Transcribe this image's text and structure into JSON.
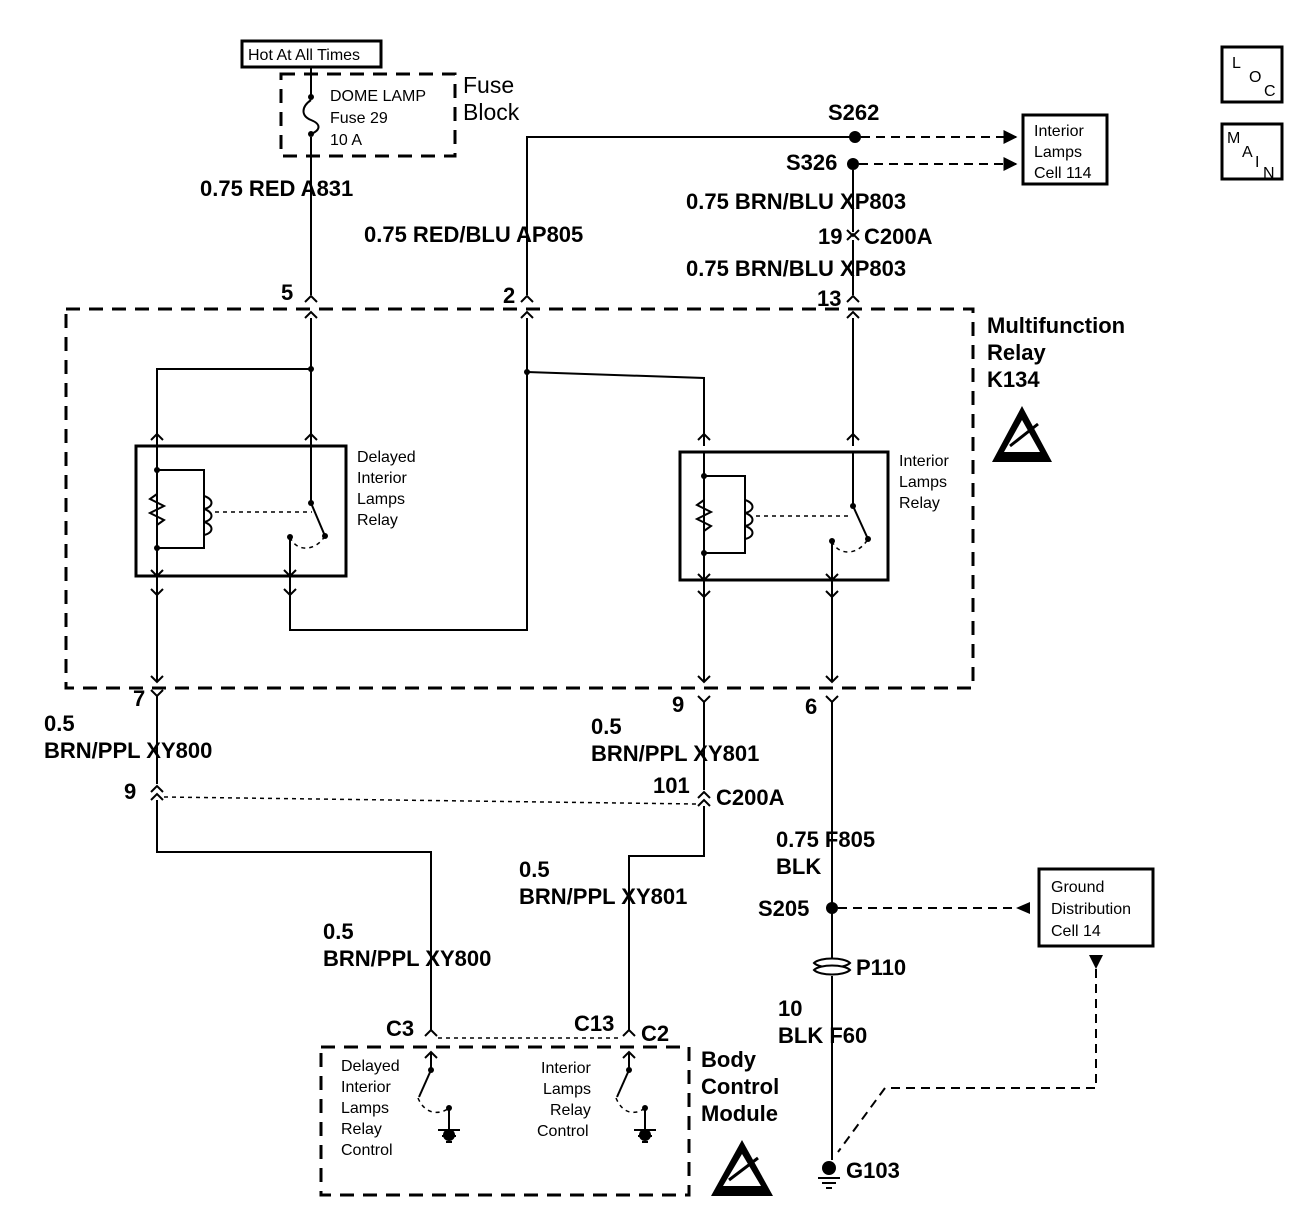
{
  "labels": {
    "hot_at_all_times": "Hot At All Times",
    "fuse_name_1": "DOME LAMP",
    "fuse_name_2": "Fuse 29",
    "fuse_rating": "10 A",
    "fuse_block_1": "Fuse",
    "fuse_block_2": "Block",
    "wire_a831": "0.75 RED   A831",
    "wire_ap805": "0.75 RED/BLU   AP805",
    "splice_s262": "S262",
    "splice_s326": "S326",
    "interior_lamps_ref_1": "Interior",
    "interior_lamps_ref_2": "Lamps",
    "interior_lamps_ref_3": "Cell 114",
    "wire_xp803_top": "0.75 BRN/BLU   XP803",
    "conn_19": "19",
    "conn_c200a_top": "C200A",
    "wire_xp803_bottom": "0.75 BRN/BLU   XP803",
    "pin_5": "5",
    "pin_2": "2",
    "pin_13": "13",
    "relay_module_1": "Multifunction",
    "relay_module_2": "Relay",
    "relay_module_3": "K134",
    "delayed_relay_1": "Delayed",
    "delayed_relay_2": "Interior",
    "delayed_relay_3": "Lamps",
    "delayed_relay_4": "Relay",
    "int_relay_1": "Interior",
    "int_relay_2": "Lamps",
    "int_relay_3": "Relay",
    "pin_7": "7",
    "pin_9": "9",
    "pin_6": "6",
    "wire_xy800_gauge": "0.5",
    "wire_xy800_name": "BRN/PPL   XY800",
    "wire_xy801_gauge": "0.5",
    "wire_xy801_name": "BRN/PPL   XY801",
    "conn_9": "9",
    "conn_101": "101",
    "conn_c200a_bottom": "C200A",
    "wire_f805_1": "0.75   F805",
    "wire_f805_2": "BLK",
    "splice_s205": "S205",
    "ground_ref_1": "Ground",
    "ground_ref_2": "Distribution",
    "ground_ref_3": "Cell 14",
    "conn_p110": "P110",
    "wire_f60_1": "10",
    "wire_f60_2": "BLK   F60",
    "ground_g103": "G103",
    "wire_xy801_b_gauge": "0.5",
    "wire_xy801_b_name": "BRN/PPL   XY801",
    "wire_xy800_b_gauge": "0.5",
    "wire_xy800_b_name": "BRN/PPL   XY800",
    "conn_c3": "C3",
    "conn_c13": "C13",
    "conn_c2": "C2",
    "bcm_1": "Body",
    "bcm_2": "Control",
    "bcm_3": "Module",
    "bcm_delayed_1": "Delayed",
    "bcm_delayed_2": "Interior",
    "bcm_delayed_3": "Lamps",
    "bcm_delayed_4": "Relay",
    "bcm_delayed_5": "Control",
    "bcm_int_1": "Interior",
    "bcm_int_2": "Lamps",
    "bcm_int_3": "Relay",
    "bcm_int_4": "Control",
    "loc_l": "L",
    "loc_o": "O",
    "loc_c": "C",
    "main_m": "M",
    "main_a": "A",
    "main_i": "I",
    "main_n": "N"
  }
}
